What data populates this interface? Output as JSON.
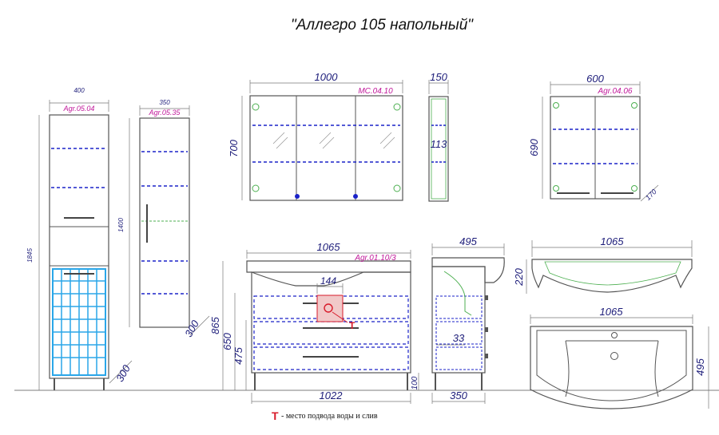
{
  "title": "\"Аллегро 105 напольный\"",
  "legend": {
    "symbol": "Т",
    "text": " - место подвода воды и слив"
  },
  "colors": {
    "frame": "#9a9aa8",
    "dim": "#1d1d7a",
    "code": "#c0189a",
    "shelf": "#1a22c8",
    "basket": "#2aa6e8",
    "green": "#4caf50",
    "red": "#d81b2a"
  },
  "pencil_case": {
    "code": "Agr.05.04",
    "width": "400",
    "height": "1845",
    "base": "300"
  },
  "tall_cabinet": {
    "code": "Agr.05.35",
    "width": "350",
    "height": "1400",
    "depth": "300"
  },
  "mirror_cabinet": {
    "code": "MC.04.10",
    "width": "1000",
    "height": "700",
    "side_depth": "150",
    "side_inner": "113"
  },
  "wall_cabinet": {
    "code": "Agr.04.06",
    "width": "600",
    "height": "690",
    "depth": "170"
  },
  "vanity": {
    "code": "Agr.01.10/3",
    "top_width": "1065",
    "base_width": "1022",
    "height": "865",
    "h_650": "650",
    "h_475": "475",
    "legs": "100",
    "drain_width": "144"
  },
  "vanity_side": {
    "depth": "495",
    "base_depth": "350",
    "offset": "33"
  },
  "basin_front": {
    "width": "1065",
    "height": "220"
  },
  "basin_top": {
    "width": "1065",
    "depth": "495"
  }
}
